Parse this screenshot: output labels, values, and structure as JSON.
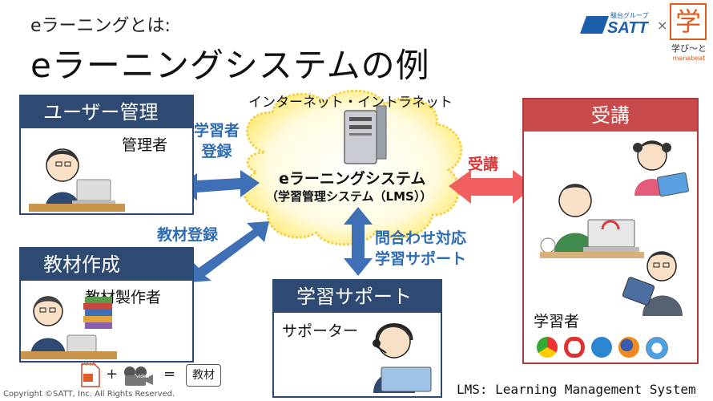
{
  "header": {
    "subtitle": "eラーニングとは:",
    "title": "eラーニングシステムの例"
  },
  "logos": {
    "satt_group": "駿台グループ",
    "satt_name": "SATT",
    "times": "×",
    "mana_kanji": "学",
    "mana_text": "学び〜と",
    "mana_sub": "manabeat"
  },
  "center": {
    "network": "インターネット・イントラネット",
    "system_name": "eラーニングシステム",
    "system_sub": "（学習管理システム（LMS））"
  },
  "panels": {
    "user_admin": {
      "title": "ユーザー管理",
      "role": "管理者"
    },
    "material": {
      "title": "教材作成",
      "role": "教材製作者"
    },
    "support": {
      "title": "学習サポート",
      "role": "サポーター"
    },
    "course": {
      "title": "受講",
      "role": "学習者"
    }
  },
  "arrows": {
    "register_line1": "学習者",
    "register_line2": "登録",
    "material_register": "教材登録",
    "support_line1": "問合わせ対応",
    "support_line2": "学習サポート",
    "attend": "受講"
  },
  "formula": {
    "file_label": "PPTX",
    "video_label": "video",
    "plus": "+",
    "equals": "=",
    "result": "教材"
  },
  "footer": {
    "copyright": "Copyright ©SATT, Inc. All Rights Reserved.",
    "lms": "LMS: Learning Management System"
  },
  "colors": {
    "navy": "#2e4a72",
    "blue_arrow": "#3f6fb5",
    "red_arrow": "#e45a5a",
    "cloud_glow": "#fff3a0"
  }
}
